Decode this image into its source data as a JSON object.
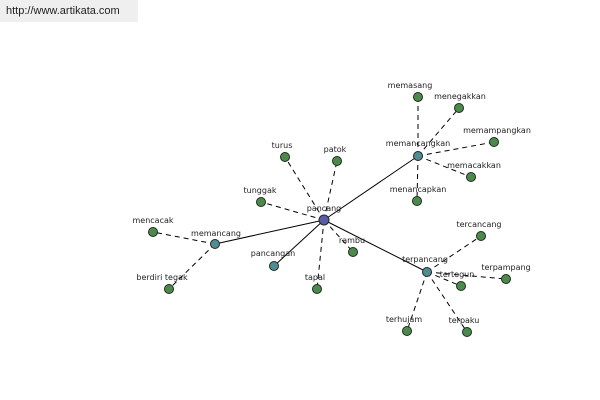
{
  "watermark": "http://www.artikata.com",
  "colors": {
    "center": "#5a5ba8",
    "hub": "#4f8c93",
    "leaf": "#4c8a4c",
    "edge": "#000000"
  },
  "graph": {
    "nodes": [
      {
        "id": "pancang",
        "label": "pancang",
        "kind": "center"
      },
      {
        "id": "memancangkan",
        "label": "memancangkan",
        "kind": "hub"
      },
      {
        "id": "memancang",
        "label": "memancang",
        "kind": "hub"
      },
      {
        "id": "terpancang",
        "label": "terpancang",
        "kind": "hub"
      },
      {
        "id": "pancangan",
        "label": "pancangan",
        "kind": "hub"
      },
      {
        "id": "memasang",
        "label": "memasang",
        "kind": "leaf"
      },
      {
        "id": "menegakkan",
        "label": "menegakkan",
        "kind": "leaf"
      },
      {
        "id": "memampangkan",
        "label": "memampangkan",
        "kind": "leaf"
      },
      {
        "id": "memacakkan",
        "label": "memacakkan",
        "kind": "leaf"
      },
      {
        "id": "menancapkan",
        "label": "menancapkan",
        "kind": "leaf"
      },
      {
        "id": "turus",
        "label": "turus",
        "kind": "leaf"
      },
      {
        "id": "patok",
        "label": "patok",
        "kind": "leaf"
      },
      {
        "id": "tunggak",
        "label": "tunggak",
        "kind": "leaf"
      },
      {
        "id": "rambu",
        "label": "rambu",
        "kind": "leaf"
      },
      {
        "id": "tapal",
        "label": "tapal",
        "kind": "leaf"
      },
      {
        "id": "mencacak",
        "label": "mencacak",
        "kind": "leaf"
      },
      {
        "id": "berdiri_tegak",
        "label": "berdiri tegak",
        "kind": "leaf"
      },
      {
        "id": "tercancang",
        "label": "tercancang",
        "kind": "leaf"
      },
      {
        "id": "tertegun",
        "label": "tertegun",
        "kind": "leaf"
      },
      {
        "id": "terpampang",
        "label": "terpampang",
        "kind": "leaf"
      },
      {
        "id": "terhujam",
        "label": "terhujam",
        "kind": "leaf"
      },
      {
        "id": "terpaku",
        "label": "terpaku",
        "kind": "leaf"
      }
    ],
    "edges": [
      {
        "from": "pancang",
        "to": "memancangkan",
        "style": "solid"
      },
      {
        "from": "pancang",
        "to": "memancang",
        "style": "solid"
      },
      {
        "from": "pancang",
        "to": "terpancang",
        "style": "solid"
      },
      {
        "from": "pancang",
        "to": "pancangan",
        "style": "solid"
      },
      {
        "from": "pancang",
        "to": "turus",
        "style": "dashed"
      },
      {
        "from": "pancang",
        "to": "patok",
        "style": "dashed"
      },
      {
        "from": "pancang",
        "to": "tunggak",
        "style": "dashed"
      },
      {
        "from": "pancang",
        "to": "rambu",
        "style": "dashed"
      },
      {
        "from": "pancang",
        "to": "tapal",
        "style": "dashed"
      },
      {
        "from": "memancangkan",
        "to": "memasang",
        "style": "dashed"
      },
      {
        "from": "memancangkan",
        "to": "menegakkan",
        "style": "dashed"
      },
      {
        "from": "memancangkan",
        "to": "memampangkan",
        "style": "dashed"
      },
      {
        "from": "memancangkan",
        "to": "memacakkan",
        "style": "dashed"
      },
      {
        "from": "memancangkan",
        "to": "menancapkan",
        "style": "dashed"
      },
      {
        "from": "memancang",
        "to": "mencacak",
        "style": "dashed"
      },
      {
        "from": "memancang",
        "to": "berdiri_tegak",
        "style": "dashed"
      },
      {
        "from": "terpancang",
        "to": "tercancang",
        "style": "dashed"
      },
      {
        "from": "terpancang",
        "to": "tertegun",
        "style": "dashed"
      },
      {
        "from": "terpancang",
        "to": "terpampang",
        "style": "dashed"
      },
      {
        "from": "terpancang",
        "to": "terhujam",
        "style": "dashed"
      },
      {
        "from": "terpancang",
        "to": "terpaku",
        "style": "dashed"
      }
    ]
  }
}
